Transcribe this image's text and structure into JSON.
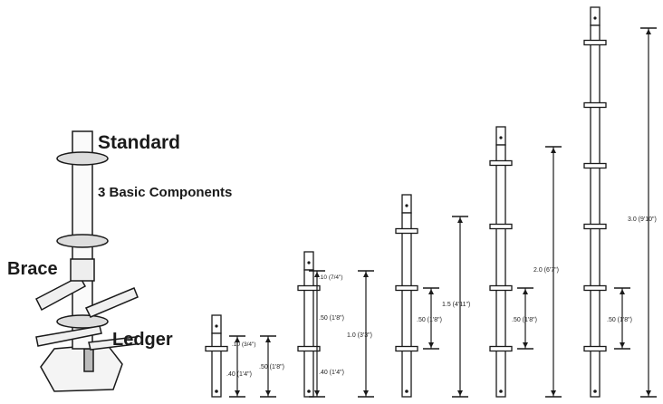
{
  "labels": {
    "standard": "Standard",
    "components": "3 Basic Components",
    "brace": "Brace",
    "ledger": "Ledger"
  },
  "dimensions": {
    "d1_small": ".10 (3/4\")",
    "d1_a": ".40 (1'4\")",
    "d1_b": ".50 (1'8\")",
    "d2_top": ".10 (7/4\")",
    "d2_a": ".50 (1'8\")",
    "d2_b": ".40 (1'4\")",
    "d2_total": "1.0 (3'3\")",
    "d3_a": ".50 (1'8\")",
    "d3_total": "1.5 (4'11\")",
    "d4_a": ".50 (1'8\")",
    "d4_total": "2.0 (6'7\")",
    "d5_a": ".50 (1'8\")",
    "d5_total": "3.0 (9'10\")"
  },
  "colors": {
    "line": "#1a1a1a",
    "tube": "#ffffff"
  }
}
